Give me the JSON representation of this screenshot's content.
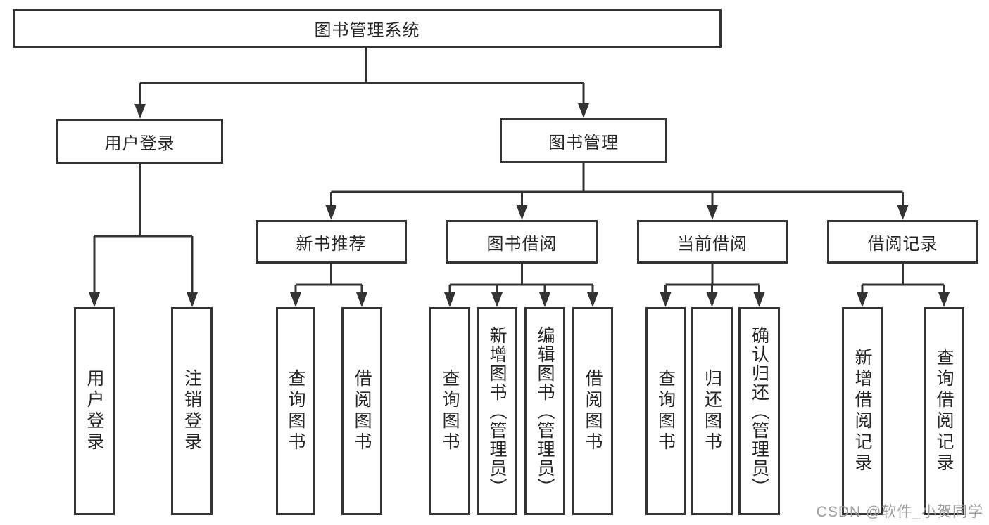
{
  "diagram": {
    "root": "图书管理系统",
    "login": {
      "label": "用户登录",
      "children": [
        "用户登录",
        "注销登录"
      ]
    },
    "management": {
      "label": "图书管理",
      "sections": [
        {
          "label": "新书推荐",
          "children": [
            "查询图书",
            "借阅图书"
          ]
        },
        {
          "label": "图书借阅",
          "children": [
            "查询图书",
            "新增图书（管理员）",
            "编辑图书（管理员）",
            "借阅图书"
          ]
        },
        {
          "label": "当前借阅",
          "children": [
            "查询图书",
            "归还图书",
            "确认归还（管理员）"
          ]
        },
        {
          "label": "借阅记录",
          "children": [
            "新增借阅记录",
            "查询借阅记录"
          ]
        }
      ]
    }
  },
  "watermark": {
    "text": "CSDN @软件_小贺同学"
  },
  "colors": {
    "line": "#333333",
    "box_border": "#333333",
    "box_fill": "#ffffff",
    "text": "#262626",
    "watermark": "#9c9c9c",
    "background": "#ffffff"
  }
}
